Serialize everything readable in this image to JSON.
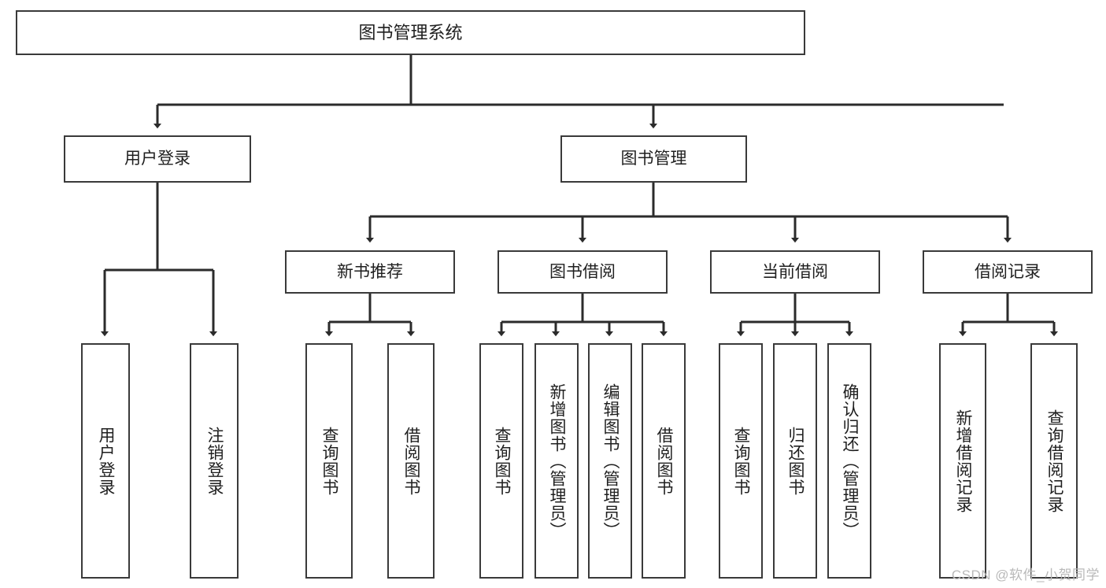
{
  "diagram": {
    "title": "图书管理系统",
    "type": "tree-hierarchy-diagram",
    "colors": {
      "box_border": "#3a3a3a",
      "box_fill": "#ffffff",
      "connector": "#2b2b2b",
      "text": "#1f1f1f",
      "watermark": "#b9b9b9"
    },
    "root": {
      "label": "图书管理系统"
    },
    "level2": [
      {
        "label": "用户登录"
      },
      {
        "label": "图书管理"
      }
    ],
    "level3": [
      {
        "label": "新书推荐"
      },
      {
        "label": "图书借阅"
      },
      {
        "label": "当前借阅"
      },
      {
        "label": "借阅记录"
      }
    ],
    "leaves": {
      "user_login": [
        {
          "label": "用户登录"
        },
        {
          "label": "注销登录"
        }
      ],
      "new_book_recommend": [
        {
          "label": "查询图书"
        },
        {
          "label": "借阅图书"
        }
      ],
      "book_borrow": [
        {
          "label": "查询图书"
        },
        {
          "label": "新增图书（管理员）"
        },
        {
          "label": "编辑图书（管理员）"
        },
        {
          "label": "借阅图书"
        }
      ],
      "current_borrow": [
        {
          "label": "查询图书"
        },
        {
          "label": "归还图书"
        },
        {
          "label": "确认归还（管理员）"
        }
      ],
      "borrow_record": [
        {
          "label": "新增借阅记录"
        },
        {
          "label": "查询借阅记录"
        }
      ]
    },
    "watermark": "CSDN @软件_小贺同学"
  }
}
